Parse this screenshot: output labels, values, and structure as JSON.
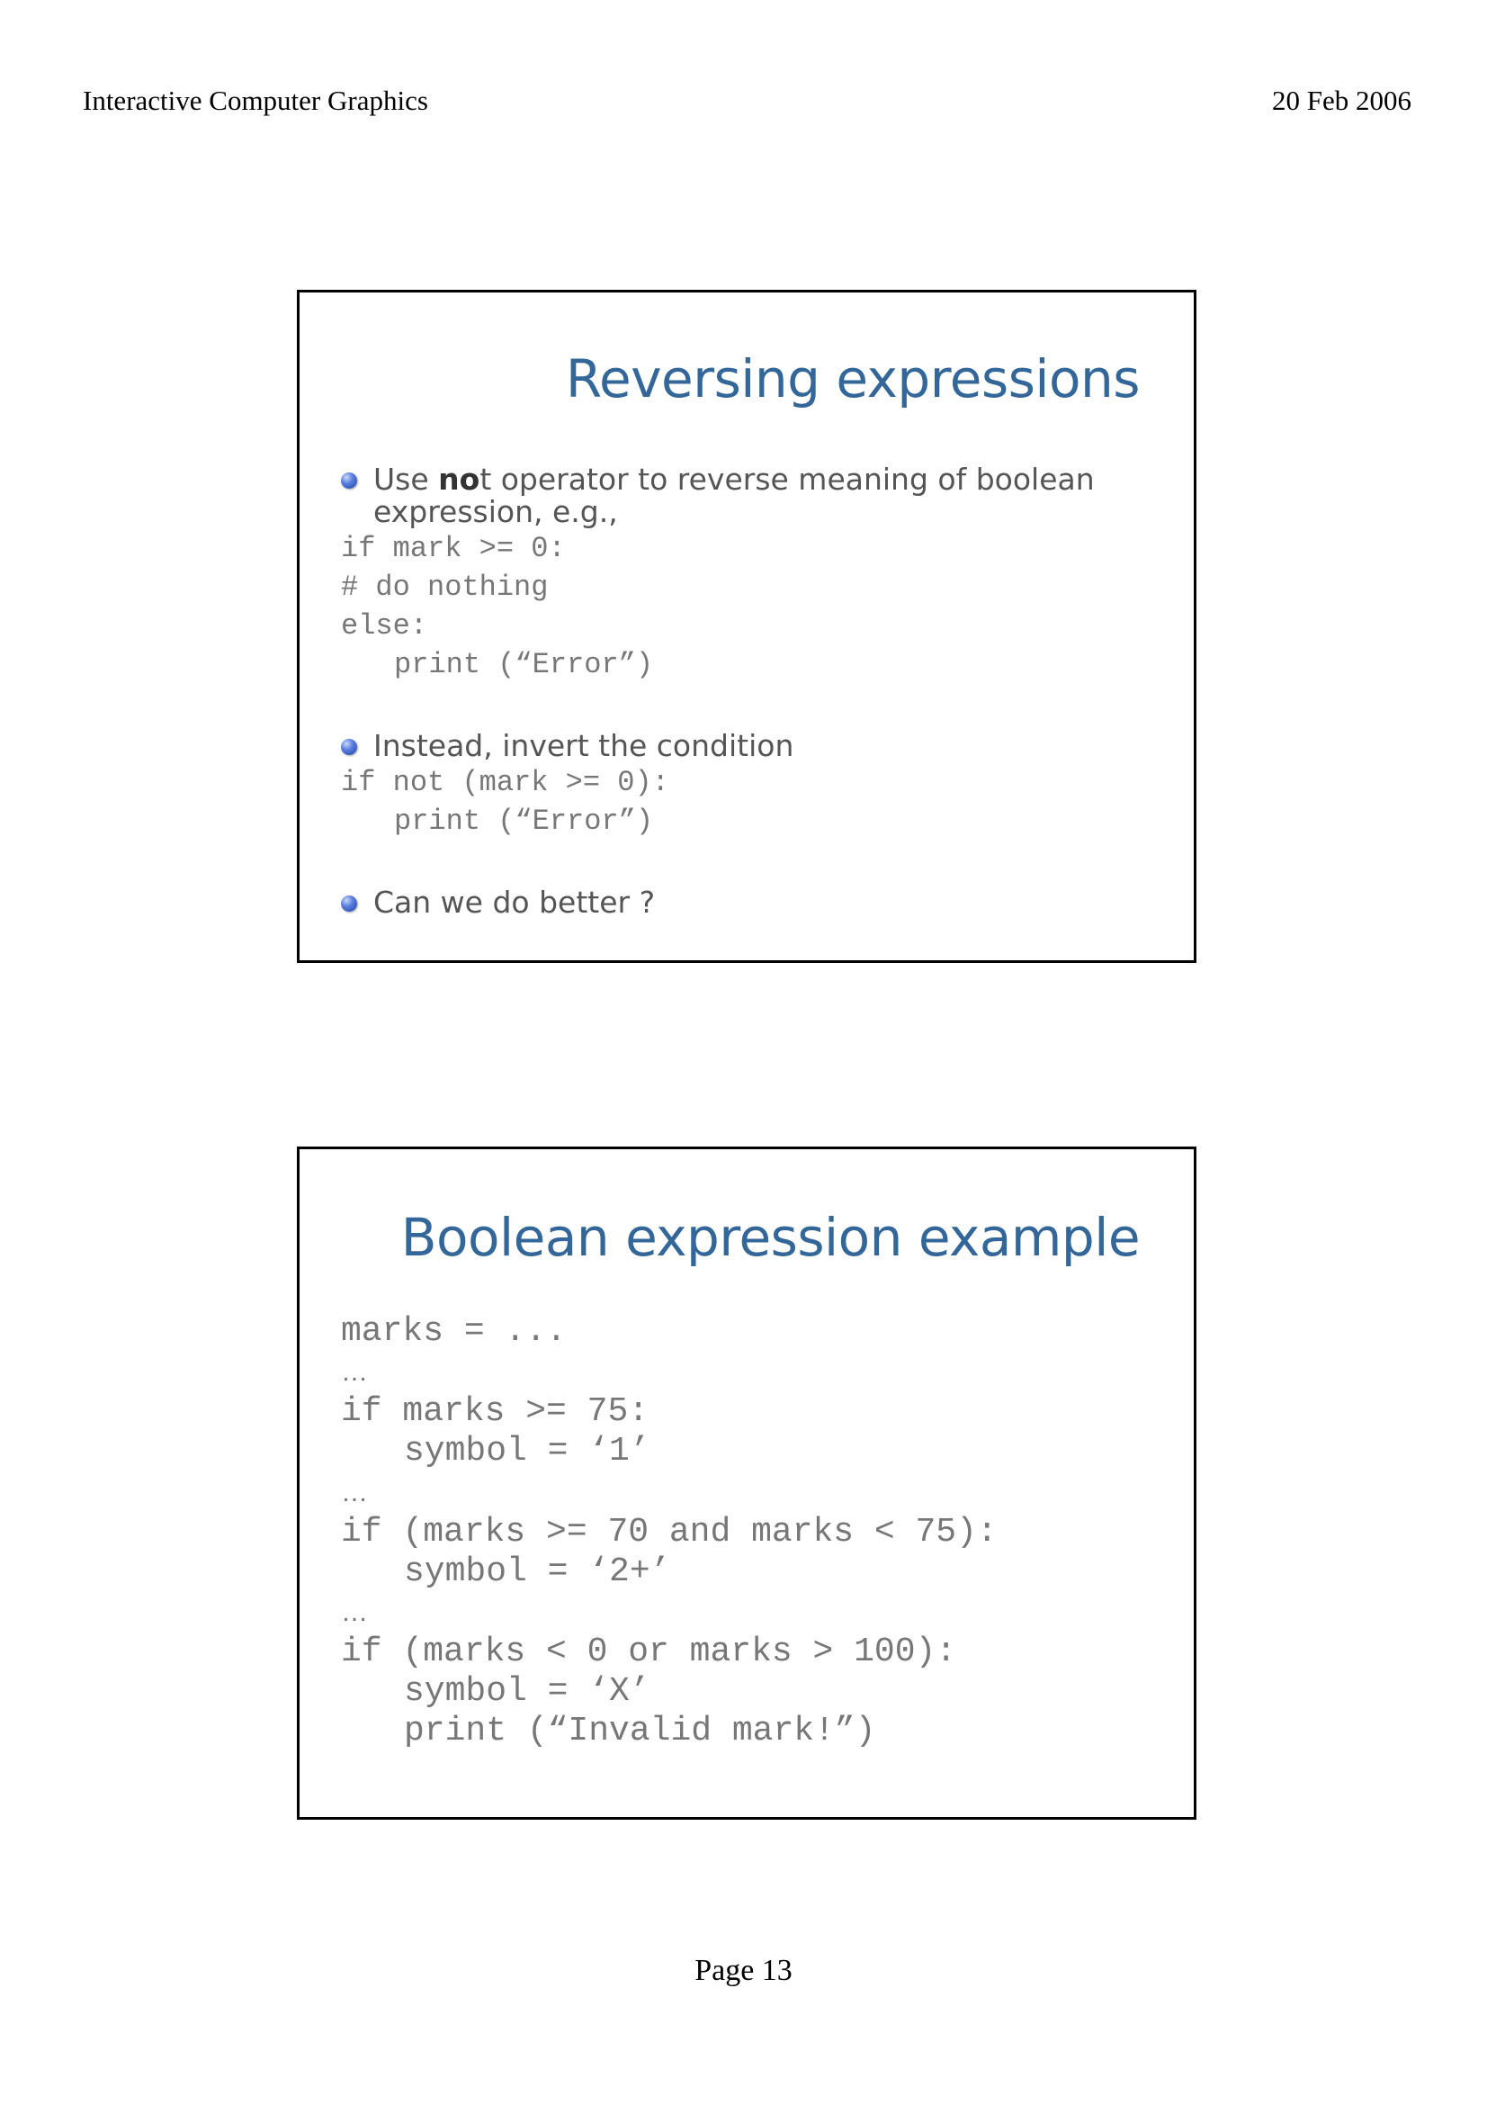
{
  "header": {
    "course_title": "Interactive Computer Graphics",
    "date": "20 Feb 2006"
  },
  "slide1": {
    "title": "Reversing expressions",
    "bullet1": {
      "prefix": "Use ",
      "bold": "no",
      "rest": "t operator to reverse meaning of boolean expression, e.g.,"
    },
    "code1": [
      "if mark >= 0:",
      "# do nothing",
      "else:",
      "print (“Error”)"
    ],
    "bullet2": "Instead, invert the condition",
    "code2": [
      "if not (mark >= 0):",
      "print (“Error”)"
    ],
    "bullet3": "Can we do better ?"
  },
  "slide2": {
    "title": "Boolean expression example",
    "code": [
      "marks = ...",
      "…",
      "if marks >= 75:",
      "symbol = ‘1’",
      "…",
      "if (marks >= 70 and marks < 75):",
      "symbol = ‘2+’",
      "…",
      "if (marks < 0 or marks > 100):",
      "symbol = ‘X’",
      "print (“Invalid mark!”)"
    ]
  },
  "footer": {
    "page_label": "Page 13"
  }
}
